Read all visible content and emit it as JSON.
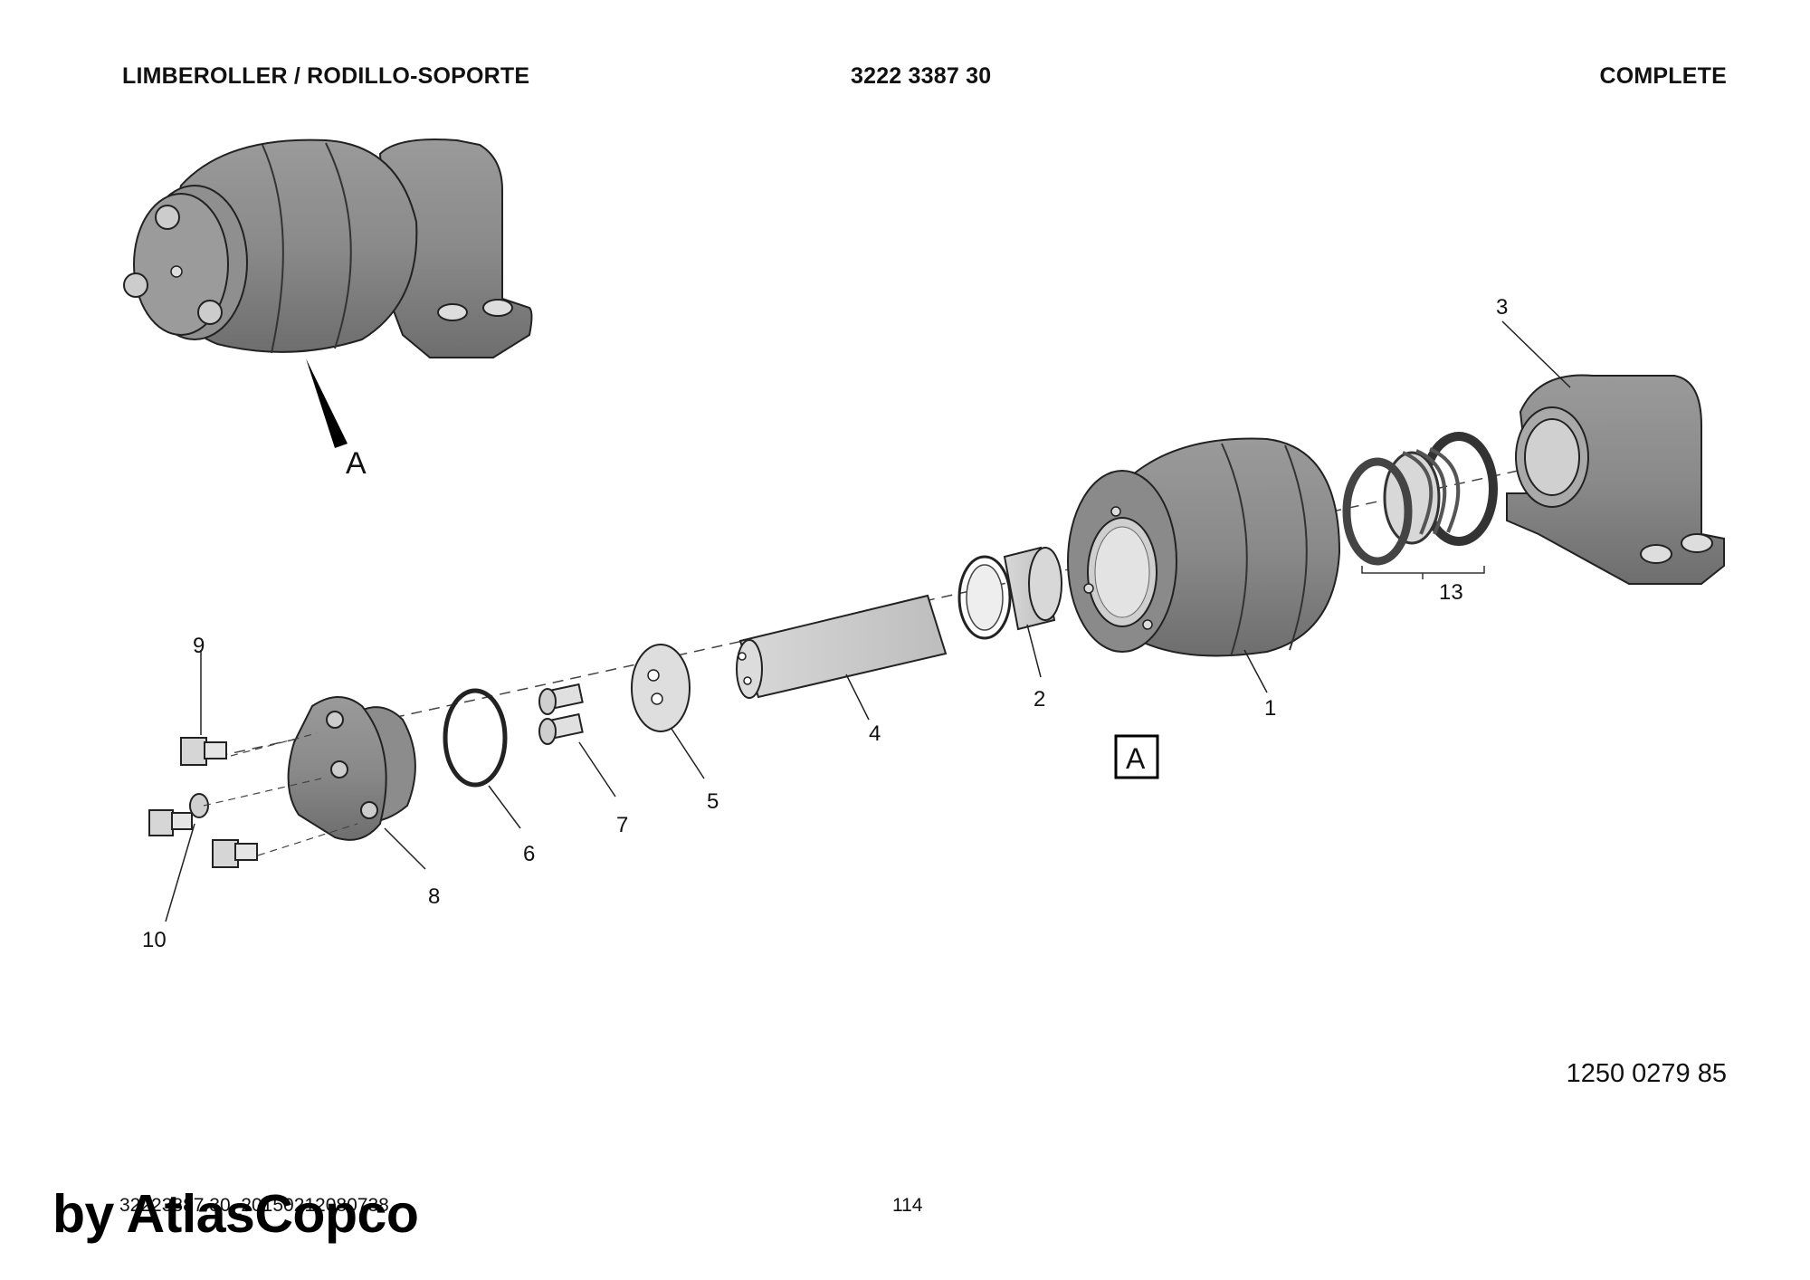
{
  "header": {
    "title": "LIMBEROLLER / RODILLO-SOPORTE",
    "part_number": "3222 3387 30",
    "status": "COMPLETE"
  },
  "drawing_number": "1250 0279 85",
  "footer": {
    "code": "32223387 30_20150212080738",
    "page": "114"
  },
  "watermark": "by AtlasCopco",
  "view_labels": {
    "arrow_view": "A",
    "boxed_view": "A"
  },
  "callouts": [
    "1",
    "2",
    "3",
    "4",
    "5",
    "6",
    "7",
    "8",
    "9",
    "10",
    "13"
  ],
  "colors": {
    "part_fill": "#8d8d8d",
    "part_dark": "#6f6f6f",
    "part_light": "#c4c4c4",
    "line": "#222222"
  }
}
